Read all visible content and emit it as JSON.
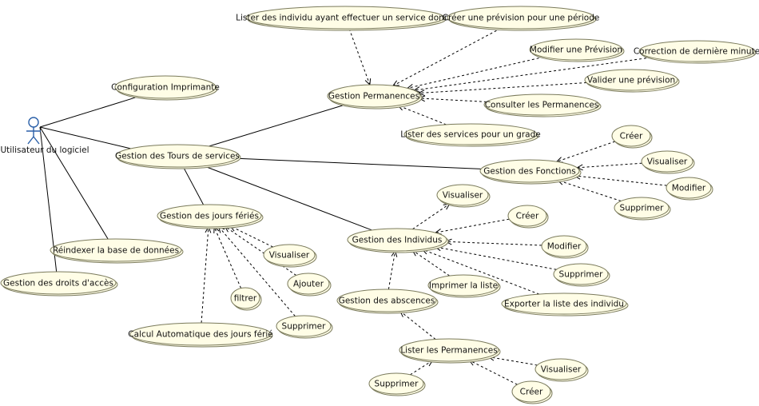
{
  "actor": {
    "id": "user",
    "label": "Utilisateur du logiciel"
  },
  "use_cases": [
    {
      "id": "lister_individu",
      "label": "Lister des individu ayant effectuer un service donné"
    },
    {
      "id": "creer_prevision",
      "label": "Créer une prévision pour  une période"
    },
    {
      "id": "modifier_prevision",
      "label": "Modifier une Prévision"
    },
    {
      "id": "correction",
      "label": "Correction de dernière minute"
    },
    {
      "id": "valider_prevision",
      "label": "Valider une prévision"
    },
    {
      "id": "gestion_permanences",
      "label": "Gestion Permanences"
    },
    {
      "id": "consulter_permanences",
      "label": "Consulter les Permanences"
    },
    {
      "id": "lister_services_grade",
      "label": "Lister des services pour un grade"
    },
    {
      "id": "config_imprimante",
      "label": "Configuration Imprimante"
    },
    {
      "id": "gestion_tours",
      "label": "Gestion des Tours de services"
    },
    {
      "id": "fn_creer",
      "label": "Créer"
    },
    {
      "id": "fn_visualiser",
      "label": "Visualiser"
    },
    {
      "id": "gestion_fonctions",
      "label": "Gestion des Fonctions"
    },
    {
      "id": "fn_modifier",
      "label": "Modifier"
    },
    {
      "id": "fn_supprimer",
      "label": "Supprimer"
    },
    {
      "id": "gestion_jours_feries",
      "label": "Gestion des jours fériés"
    },
    {
      "id": "ind_visualiser",
      "label": "Visualiser"
    },
    {
      "id": "ind_creer",
      "label": "Créer"
    },
    {
      "id": "gestion_individus",
      "label": "Gestion des Individus"
    },
    {
      "id": "ind_modifier",
      "label": "Modifier"
    },
    {
      "id": "ind_supprimer",
      "label": "Supprimer"
    },
    {
      "id": "imprimer_liste",
      "label": "Imprimer la liste"
    },
    {
      "id": "exporter_liste",
      "label": "Exporter la liste des individu"
    },
    {
      "id": "reindexer",
      "label": "Réindexer la base de données"
    },
    {
      "id": "jf_visualiser",
      "label": "Visualiser"
    },
    {
      "id": "jf_ajouter",
      "label": "Ajouter"
    },
    {
      "id": "jf_filtrer",
      "label": "filtrer"
    },
    {
      "id": "jf_supprimer",
      "label": "Supprimer"
    },
    {
      "id": "calcul_auto",
      "label": "Calcul Automatique des jours férié"
    },
    {
      "id": "gestion_droits",
      "label": "Gestion des droits d'accès"
    },
    {
      "id": "gestion_absences",
      "label": "Gestion des abscences"
    },
    {
      "id": "lister_permanences",
      "label": "Lister les Permanences"
    },
    {
      "id": "lp_visualiser",
      "label": "Visualiser"
    },
    {
      "id": "lp_supprimer",
      "label": "Supprimer"
    },
    {
      "id": "lp_creer",
      "label": "Créer"
    }
  ],
  "associations": [
    {
      "from": "user",
      "to": "config_imprimante"
    },
    {
      "from": "user",
      "to": "gestion_tours"
    },
    {
      "from": "user",
      "to": "reindexer"
    },
    {
      "from": "user",
      "to": "gestion_droits"
    },
    {
      "from": "gestion_tours",
      "to": "gestion_permanences"
    },
    {
      "from": "gestion_tours",
      "to": "gestion_fonctions"
    },
    {
      "from": "gestion_tours",
      "to": "gestion_jours_feries"
    },
    {
      "from": "gestion_tours",
      "to": "gestion_individus"
    }
  ],
  "dependencies": [
    {
      "from": "lister_individu",
      "to": "gestion_permanences"
    },
    {
      "from": "creer_prevision",
      "to": "gestion_permanences"
    },
    {
      "from": "modifier_prevision",
      "to": "gestion_permanences"
    },
    {
      "from": "correction",
      "to": "gestion_permanences"
    },
    {
      "from": "valider_prevision",
      "to": "gestion_permanences"
    },
    {
      "from": "consulter_permanences",
      "to": "gestion_permanences"
    },
    {
      "from": "lister_services_grade",
      "to": "gestion_permanences"
    },
    {
      "from": "fn_creer",
      "to": "gestion_fonctions"
    },
    {
      "from": "fn_visualiser",
      "to": "gestion_fonctions"
    },
    {
      "from": "fn_modifier",
      "to": "gestion_fonctions"
    },
    {
      "from": "fn_supprimer",
      "to": "gestion_fonctions"
    },
    {
      "from": "gestion_individus",
      "to": "ind_visualiser"
    },
    {
      "from": "ind_creer",
      "to": "gestion_individus"
    },
    {
      "from": "ind_modifier",
      "to": "gestion_individus"
    },
    {
      "from": "ind_supprimer",
      "to": "gestion_individus"
    },
    {
      "from": "imprimer_liste",
      "to": "gestion_individus"
    },
    {
      "from": "exporter_liste",
      "to": "gestion_individus"
    },
    {
      "from": "gestion_absences",
      "to": "gestion_individus"
    },
    {
      "from": "jf_visualiser",
      "to": "gestion_jours_feries"
    },
    {
      "from": "jf_ajouter",
      "to": "gestion_jours_feries"
    },
    {
      "from": "jf_filtrer",
      "to": "gestion_jours_feries"
    },
    {
      "from": "jf_supprimer",
      "to": "gestion_jours_feries"
    },
    {
      "from": "calcul_auto",
      "to": "gestion_jours_feries"
    },
    {
      "from": "lister_permanences",
      "to": "gestion_absences"
    },
    {
      "from": "lp_supprimer",
      "to": "lister_permanences"
    },
    {
      "from": "lp_visualiser",
      "to": "lister_permanences"
    },
    {
      "from": "lp_creer",
      "to": "lister_permanences"
    }
  ]
}
